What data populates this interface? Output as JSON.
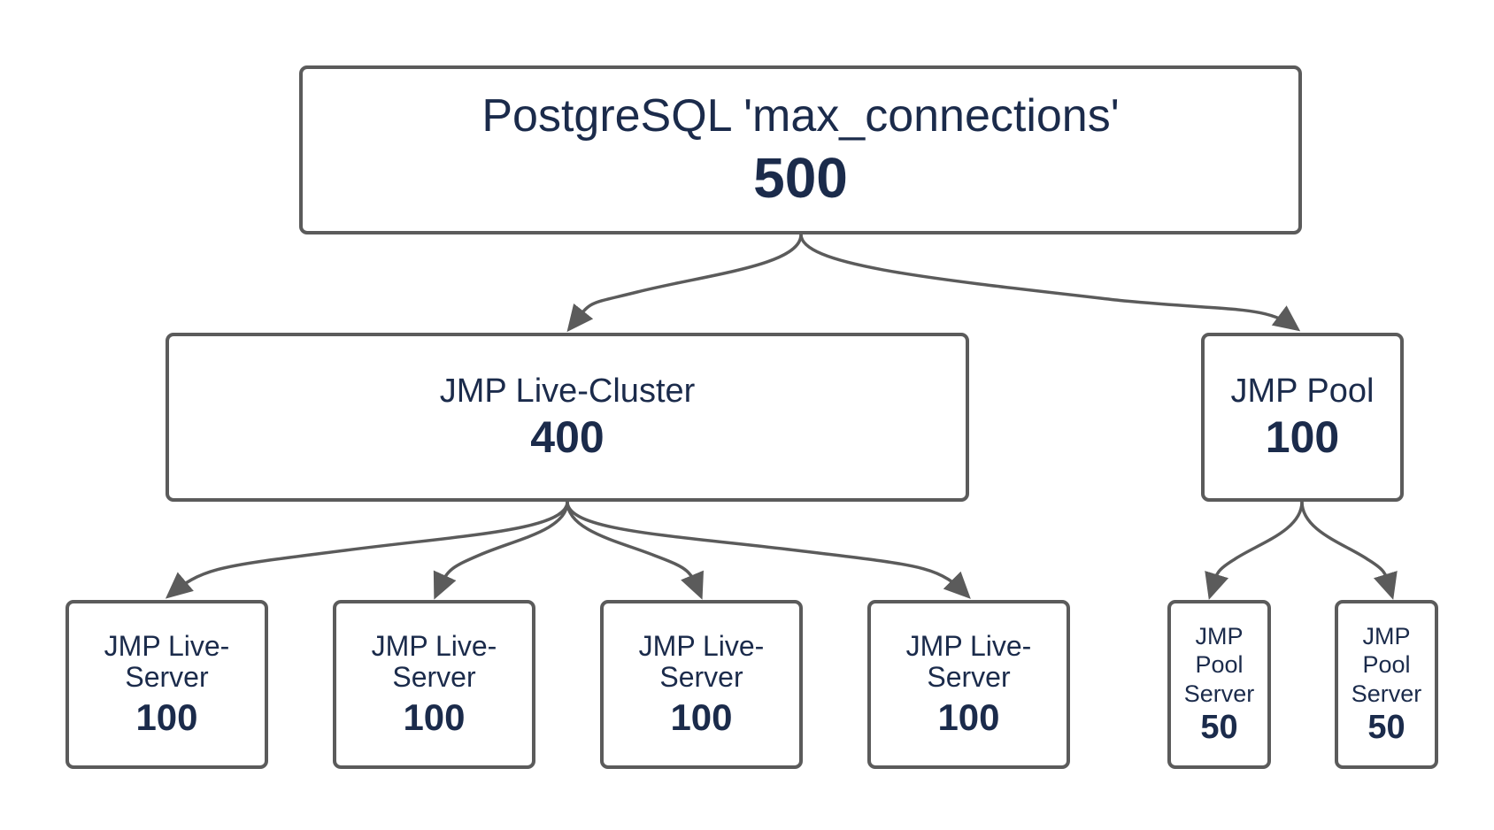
{
  "diagram": {
    "root": {
      "label": "PostgreSQL 'max_connections'",
      "value": "500"
    },
    "live_cluster": {
      "label": "JMP Live-Cluster",
      "value": "400"
    },
    "pool": {
      "label": "JMP Pool",
      "value": "100"
    },
    "live_servers": [
      {
        "label": "JMP Live-Server",
        "value": "100"
      },
      {
        "label": "JMP Live-Server",
        "value": "100"
      },
      {
        "label": "JMP Live-Server",
        "value": "100"
      },
      {
        "label": "JMP Live-Server",
        "value": "100"
      }
    ],
    "pool_servers": [
      {
        "label": "JMP Pool Server",
        "value": "50"
      },
      {
        "label": "JMP Pool Server",
        "value": "50"
      }
    ],
    "colors": {
      "border": "#5b5b5b",
      "text": "#1b2b4b",
      "arrow": "#5b5b5b"
    }
  }
}
